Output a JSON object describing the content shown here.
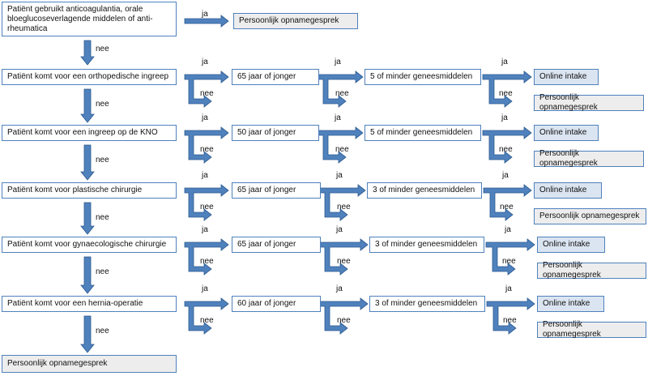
{
  "labels": {
    "yes": "ja",
    "no": "nee"
  },
  "intro": {
    "condition": "Patiënt gebruikt anticoagulantia, orale bloeglucoseverlagende middelen of anti-rheumatica",
    "outcome": "Persoonlijk opnamegesprek"
  },
  "rows": [
    {
      "procedure": "Patiënt komt voor een orthopedische ingreep",
      "age": "65 jaar of jonger",
      "meds": "5 of minder geneesmiddelen",
      "online": "Online intake",
      "personal": "Persoonlijk opnamegesprek"
    },
    {
      "procedure": "Patiënt komt voor een ingreep op de KNO",
      "age": "50 jaar of jonger",
      "meds": "5 of minder geneesmiddelen",
      "online": "Online intake",
      "personal": "Persoonlijk opnamegesprek"
    },
    {
      "procedure": "Patiënt komt voor plastische chirurgie",
      "age": "65 jaar of jonger",
      "meds": "3 of minder geneesmiddelen",
      "online": "Online intake",
      "personal": "Persoonlijk opnamegesprek"
    },
    {
      "procedure": "Patiënt komt voor gynaecologische chirurgie",
      "age": "65 jaar of jonger",
      "meds": "3 of minder geneesmiddelen",
      "online": "Online intake",
      "personal": "Persoonlijk opnamegesprek"
    },
    {
      "procedure": "Patiënt komt voor een hernia-operatie",
      "age": "60 jaar of jonger",
      "meds": "3 of minder geneesmiddelen",
      "online": "Online intake",
      "personal": "Persoonlijk opnamegesprek"
    }
  ],
  "final_outcome": "Persoonlijk opnamegesprek",
  "colors": {
    "arrow_fill": "#4f81bd",
    "arrow_stroke": "#2c5a8f",
    "box_border": "#4f81bd",
    "grey_fill": "#ededed",
    "blue_fill": "#dbe5f1"
  }
}
